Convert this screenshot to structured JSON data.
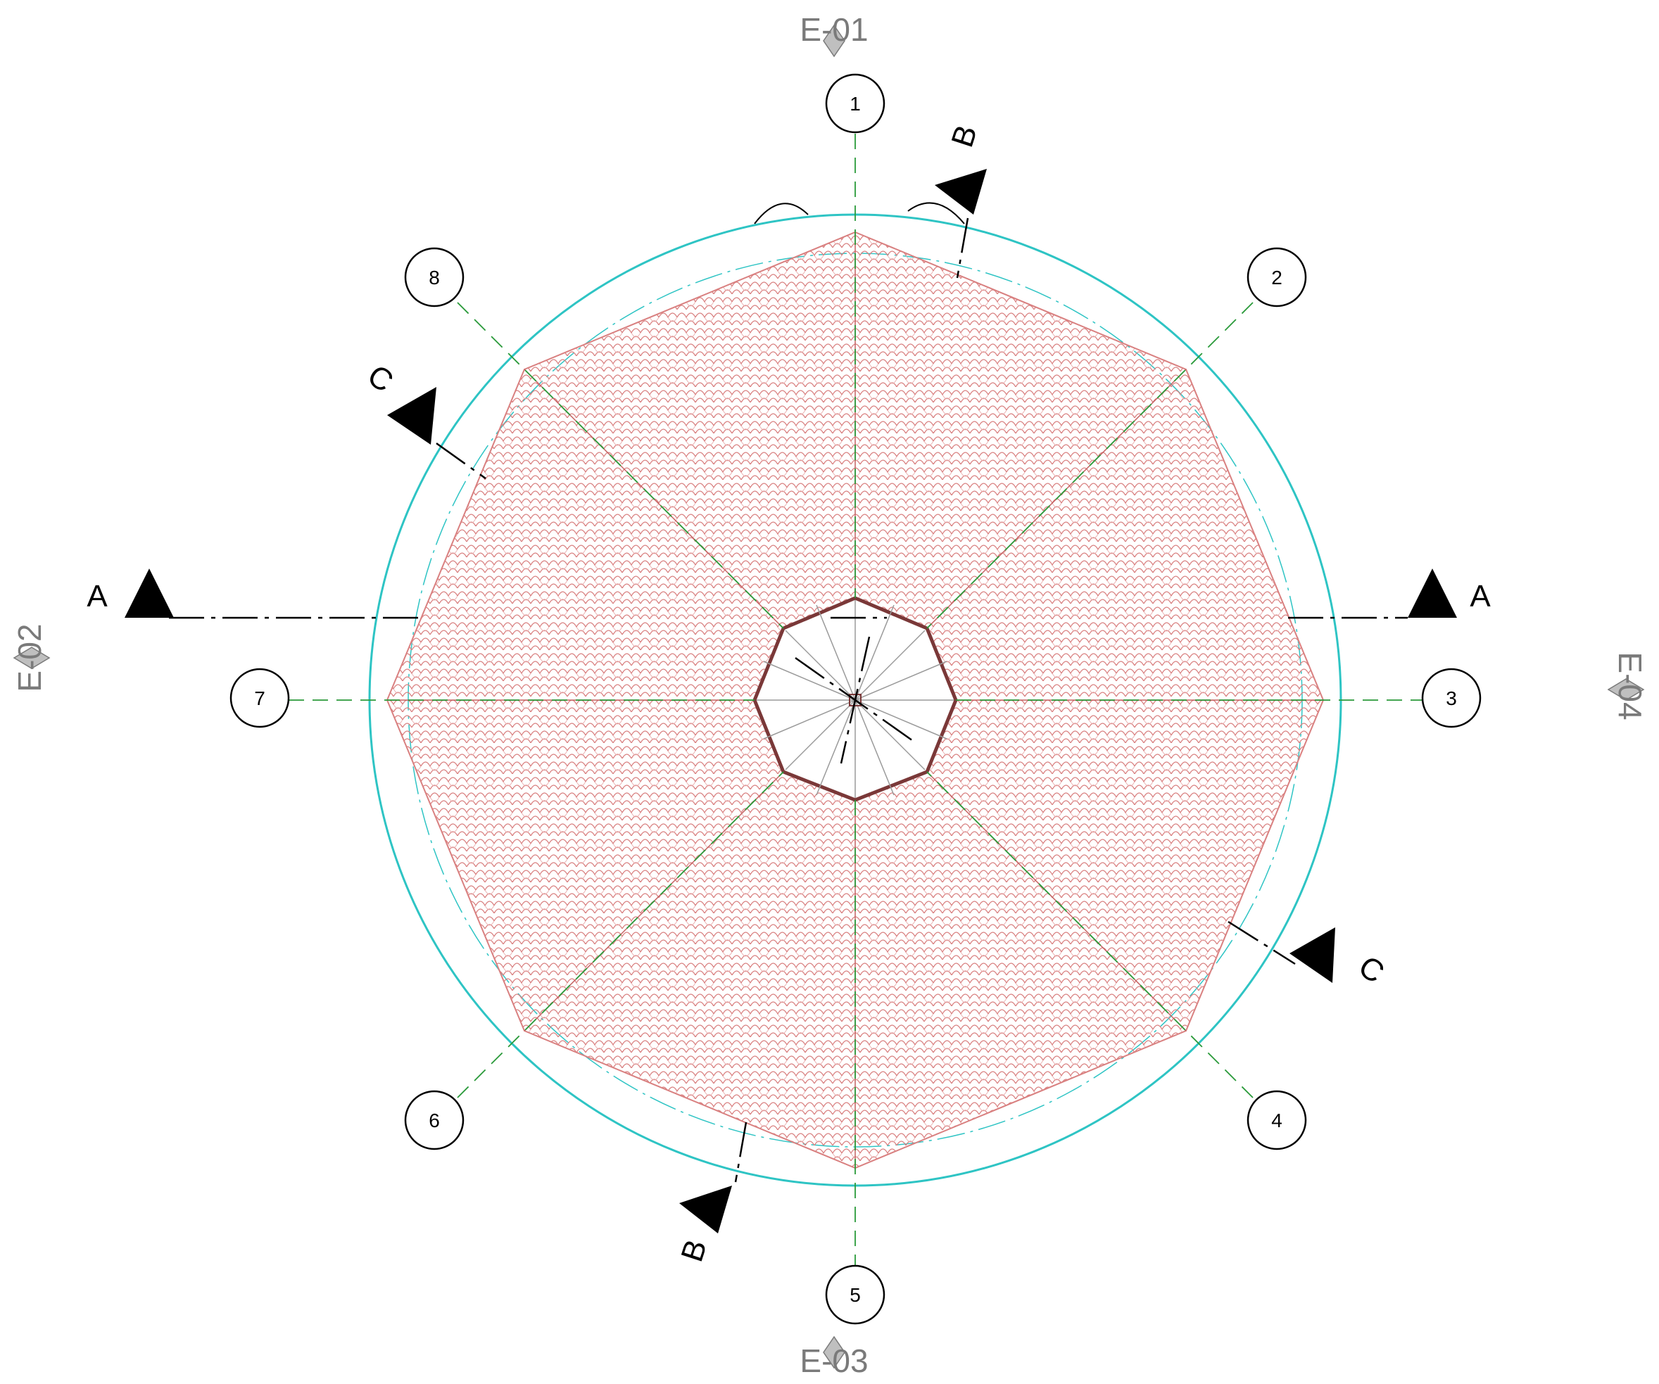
{
  "drawing": {
    "grid_labels": [
      "1",
      "2",
      "3",
      "4",
      "5",
      "6",
      "7",
      "8"
    ],
    "section_markers": [
      {
        "id": "A",
        "label": "A"
      },
      {
        "id": "B",
        "label": "B"
      },
      {
        "id": "C",
        "label": "C"
      }
    ],
    "elevation_tags": [
      {
        "id": "top",
        "label": "E-01"
      },
      {
        "id": "left",
        "label": "E-02"
      },
      {
        "id": "bottom",
        "label": "E-03"
      },
      {
        "id": "right",
        "label": "E-04"
      }
    ],
    "colors": {
      "outer_circle": "#2ec4c4",
      "grid_line": "#2a9a3a",
      "roof_hatch": "#d98080",
      "inner_octagon": "#7a3838",
      "elevation_tag": "#7a7a7a",
      "ink": "#000000"
    }
  }
}
